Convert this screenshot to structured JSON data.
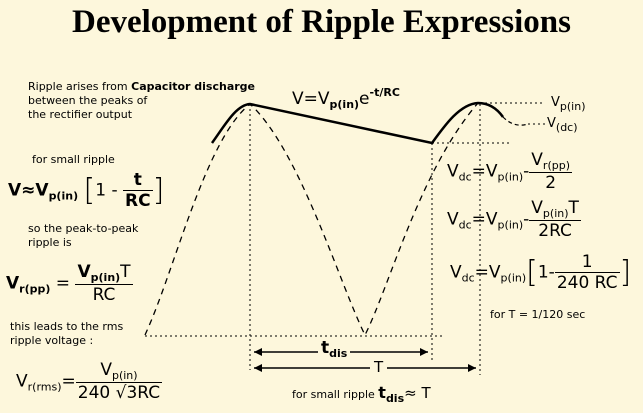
{
  "title": "Development of Ripple Expressions",
  "intro_note": {
    "line1_prefix": "Ripple arises from ",
    "line1_bold": "Capacitor discharge",
    "line2": "between the peaks of",
    "line3": "the rectifier output"
  },
  "decay_eq": {
    "lhs": "V=V",
    "sub": "p(in)",
    "base": "e",
    "exp": "-t/RC"
  },
  "peak_labels": {
    "vpin_label": "V",
    "vpin_sub": "p(in)",
    "vdc_label": "V",
    "vdc_sub": "(dc)"
  },
  "small_ripple_note": "for small ripple",
  "approx_eq": {
    "lhs": "V≈V",
    "sub": "p(in)",
    "one_minus": "1 - ",
    "num": "t",
    "den": "RC"
  },
  "peak_to_peak_note": {
    "line1": "so the peak-to-peak",
    "line2": "ripple is"
  },
  "vrpp_eq": {
    "lhs": "V",
    "lhs_sub": "r(pp)",
    "eq": " = ",
    "num_v": "V",
    "num_sub": "p(in)",
    "num_t": "T",
    "den": "RC"
  },
  "rms_note": {
    "line1": "this leads to the rms",
    "line2": "ripple voltage :"
  },
  "vrms_eq": {
    "lhs": "V",
    "lhs_sub": "r(rms)",
    "eq": "=",
    "num_v": "V",
    "num_sub": "p(in)",
    "den": "240 √3RC"
  },
  "vdc_eq1": {
    "lhs": "V",
    "lhs_sub": "dc",
    "eq": "=V",
    "eq_sub": "p(in)",
    "minus": "-",
    "num_v": "V",
    "num_sub": "r(pp)",
    "den": "2"
  },
  "vdc_eq2": {
    "lhs": "V",
    "lhs_sub": "dc",
    "eq": "=V",
    "eq_sub": "p(in)",
    "minus": "-",
    "num_v": "V",
    "num_sub": "p(in)",
    "num_t": "T",
    "den": "2RC"
  },
  "vdc_eq3": {
    "lhs": "V",
    "lhs_sub": "dc",
    "eq": "=V",
    "eq_sub": "p(in)",
    "one_minus": "1-",
    "num": "1",
    "den": "240 RC"
  },
  "period_note": "for T = 1/120 sec",
  "tdis_label": {
    "t": "t",
    "sub": "dis"
  },
  "T_label": "T",
  "small_ripple_tdis": {
    "prefix": "for small ripple ",
    "t": "t",
    "sub": "dis",
    "rel": "≈ T"
  }
}
